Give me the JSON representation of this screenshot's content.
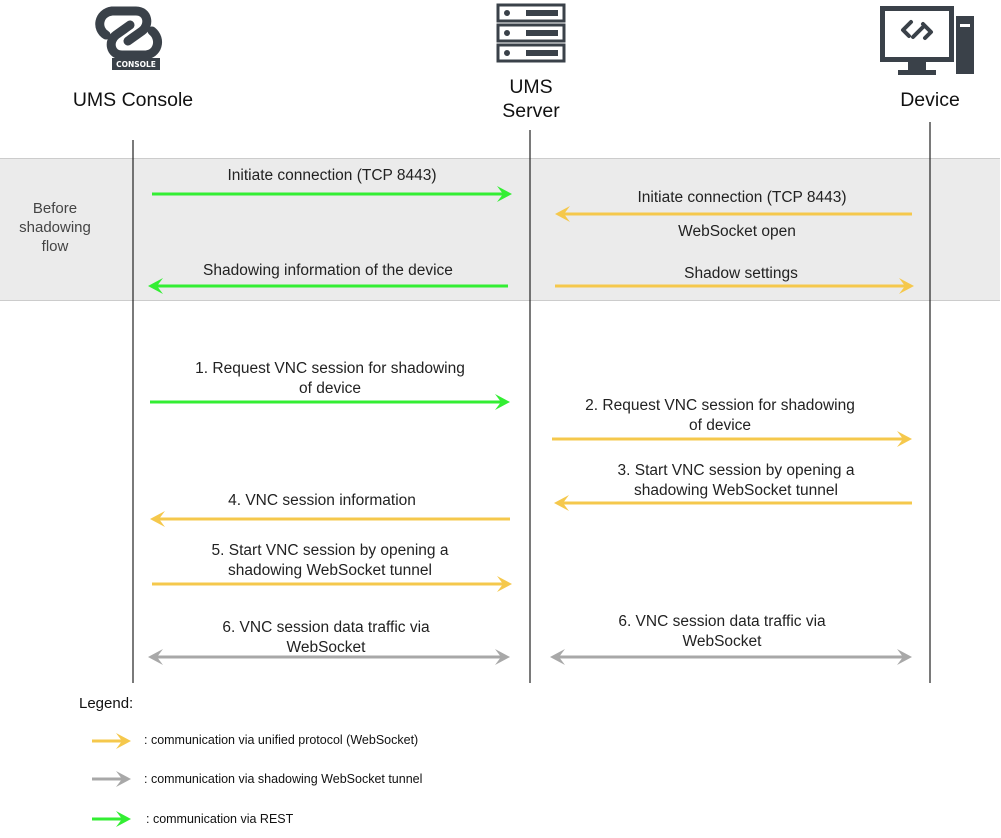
{
  "colors": {
    "rest": "#33ee33",
    "websocket": "#f5c84c",
    "tunnel": "#a8a8a8",
    "band_fill": "#ebebeb",
    "band_border": "#cccccc",
    "lifeline": "#222222"
  },
  "actors": {
    "console": {
      "label": "UMS Console",
      "icon": "ums-console-logo-icon",
      "logo_text": "CONSOLE"
    },
    "server": {
      "label_line1": "UMS",
      "label_line2": "Server",
      "icon": "server-rack-icon"
    },
    "device": {
      "label": "Device",
      "icon": "device-monitor-icon"
    }
  },
  "band": {
    "label_line1": "Before",
    "label_line2": "shadowing",
    "label_line3": "flow"
  },
  "messages": {
    "m1": {
      "text": "Initiate connection (TCP 8443)",
      "type": "rest"
    },
    "m2": {
      "text": "Initiate connection (TCP 8443)",
      "sub": "WebSocket open",
      "type": "websocket"
    },
    "m3": {
      "text": "Shadowing information of the device",
      "type": "rest"
    },
    "m4": {
      "text": "Shadow settings",
      "type": "websocket"
    },
    "s1": {
      "line1": "1.   Request VNC session for shadowing",
      "line2": "of device",
      "type": "rest"
    },
    "s2": {
      "line1": "2.   Request VNC session for shadowing",
      "line2": "of device",
      "type": "websocket"
    },
    "s3": {
      "line1": "3.   Start VNC session by opening a",
      "line2": "shadowing WebSocket tunnel",
      "type": "websocket"
    },
    "s4": {
      "line1": "4.   VNC session information",
      "type": "websocket"
    },
    "s5": {
      "line1": "5.   Start VNC session by opening a",
      "line2": "shadowing WebSocket tunnel",
      "type": "websocket"
    },
    "s6a": {
      "line1": "6.   VNC session data traffic via",
      "line2": "WebSocket",
      "type": "tunnel"
    },
    "s6b": {
      "line1": "6.   VNC session data traffic via",
      "line2": "WebSocket",
      "type": "tunnel"
    }
  },
  "legend": {
    "title": "Legend:",
    "items": [
      {
        "text": ": communication via unified protocol (WebSocket)",
        "type": "websocket"
      },
      {
        "text": ": communication via shadowing WebSocket tunnel",
        "type": "tunnel"
      },
      {
        "text": ": communication via REST",
        "type": "rest"
      }
    ]
  }
}
